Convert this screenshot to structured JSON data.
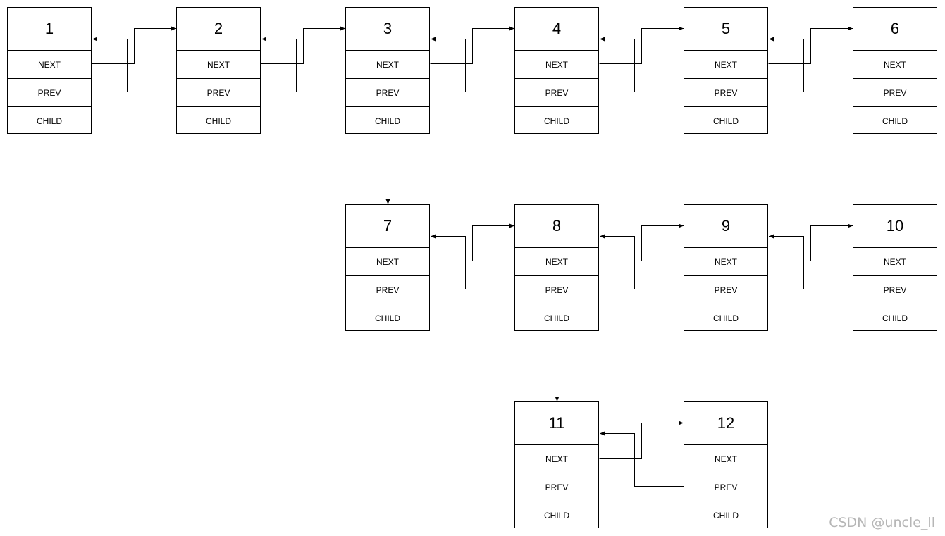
{
  "field_labels": [
    "NEXT",
    "PREV",
    "CHILD"
  ],
  "nodes": [
    {
      "id": "1",
      "fields": [
        "NEXT",
        "PREV",
        "CHILD"
      ]
    },
    {
      "id": "2",
      "fields": [
        "NEXT",
        "PREV",
        "CHILD"
      ]
    },
    {
      "id": "3",
      "fields": [
        "NEXT",
        "PREV",
        "CHILD"
      ]
    },
    {
      "id": "4",
      "fields": [
        "NEXT",
        "PREV",
        "CHILD"
      ]
    },
    {
      "id": "5",
      "fields": [
        "NEXT",
        "PREV",
        "CHILD"
      ]
    },
    {
      "id": "6",
      "fields": [
        "NEXT",
        "PREV",
        "CHILD"
      ]
    },
    {
      "id": "7",
      "fields": [
        "NEXT",
        "PREV",
        "CHILD"
      ]
    },
    {
      "id": "8",
      "fields": [
        "NEXT",
        "PREV",
        "CHILD"
      ]
    },
    {
      "id": "9",
      "fields": [
        "NEXT",
        "PREV",
        "CHILD"
      ]
    },
    {
      "id": "10",
      "fields": [
        "NEXT",
        "PREV",
        "CHILD"
      ]
    },
    {
      "id": "11",
      "fields": [
        "NEXT",
        "PREV",
        "CHILD"
      ]
    },
    {
      "id": "12",
      "fields": [
        "NEXT",
        "PREV",
        "CHILD"
      ]
    }
  ],
  "edges": [
    {
      "from": "1",
      "to": "2",
      "kind": "next"
    },
    {
      "from": "2",
      "to": "1",
      "kind": "prev"
    },
    {
      "from": "2",
      "to": "3",
      "kind": "next"
    },
    {
      "from": "3",
      "to": "2",
      "kind": "prev"
    },
    {
      "from": "3",
      "to": "4",
      "kind": "next"
    },
    {
      "from": "4",
      "to": "3",
      "kind": "prev"
    },
    {
      "from": "4",
      "to": "5",
      "kind": "next"
    },
    {
      "from": "5",
      "to": "4",
      "kind": "prev"
    },
    {
      "from": "5",
      "to": "6",
      "kind": "next"
    },
    {
      "from": "6",
      "to": "5",
      "kind": "prev"
    },
    {
      "from": "3",
      "to": "7",
      "kind": "child"
    },
    {
      "from": "7",
      "to": "8",
      "kind": "next"
    },
    {
      "from": "8",
      "to": "7",
      "kind": "prev"
    },
    {
      "from": "8",
      "to": "9",
      "kind": "next"
    },
    {
      "from": "9",
      "to": "8",
      "kind": "prev"
    },
    {
      "from": "9",
      "to": "10",
      "kind": "next"
    },
    {
      "from": "10",
      "to": "9",
      "kind": "prev"
    },
    {
      "from": "8",
      "to": "11",
      "kind": "child"
    },
    {
      "from": "11",
      "to": "12",
      "kind": "next"
    },
    {
      "from": "12",
      "to": "11",
      "kind": "prev"
    }
  ],
  "watermark": "CSDN @uncle_ll",
  "colors": {
    "line": "#000000",
    "watermark": "#b6b6b6",
    "background": "#ffffff"
  }
}
